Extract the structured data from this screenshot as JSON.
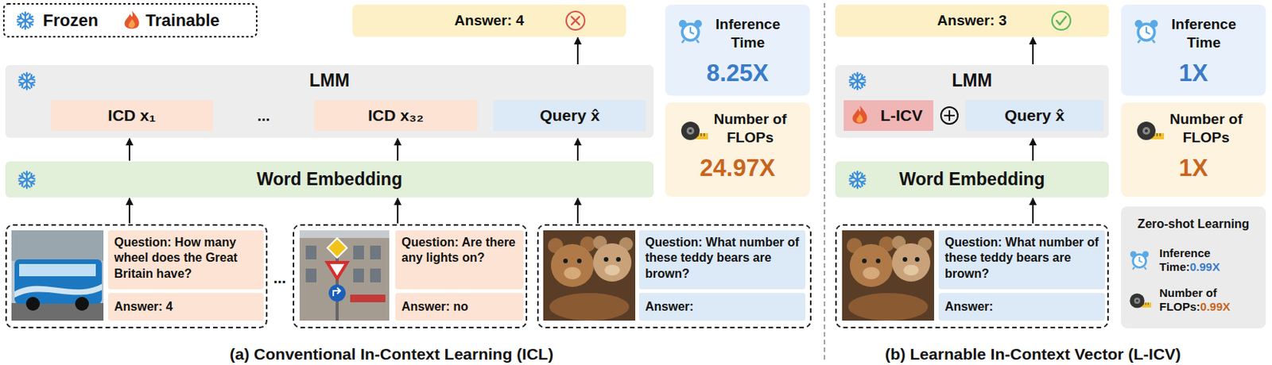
{
  "diagram": {
    "nodes": [
      {
        "text": [
          "Answer: 4"
        ]
      },
      {
        "text": [
          "Inference Time",
          "8.25X"
        ]
      },
      {
        "text": [
          "LMM"
        ]
      },
      {
        "text": [
          "ICD x₁"
        ],
        "in": 2
      },
      {
        "text": [
          "ICD x₃₂"
        ],
        "in": 2
      },
      {
        "text": [
          "Query x̂"
        ],
        "in": 2
      },
      {
        "text": [
          "Number of FLOPs",
          "24.97X"
        ]
      },
      {
        "text": [
          "Word Embedding"
        ]
      },
      {
        "text": []
      },
      {
        "text": [
          "Question: How many wheel does the Great Britain have?"
        ],
        "in": 8
      },
      {
        "text": [
          "Answer: 4"
        ],
        "in": 8
      },
      {
        "text": []
      },
      {
        "text": [
          "Question: Are there any lights on?"
        ],
        "in": 11
      },
      {
        "text": [
          "Answer: no"
        ],
        "in": 11
      },
      {
        "text": []
      },
      {
        "text": [
          "Question: What number of these teddy bears are brown?"
        ],
        "in": 14
      },
      {
        "text": [
          "Answer:"
        ],
        "in": 14
      },
      {
        "text": [
          "Answer: 3"
        ]
      },
      {
        "text": [
          "Inference Time",
          "1X"
        ]
      },
      {
        "text": [
          "LMM"
        ]
      },
      {
        "text": [
          "L-ICV"
        ],
        "in": 19
      },
      {
        "text": [
          "Query x̂"
        ],
        "in": 19
      },
      {
        "text": [
          "Number of FLOPs",
          "1X"
        ]
      },
      {
        "text": [
          "Word Embedding"
        ]
      },
      {
        "text": []
      },
      {
        "text": [
          "Question: What number of these teddy bears are brown?"
        ],
        "in": 24
      },
      {
        "text": [
          "Answer:"
        ],
        "in": 24
      },
      {
        "text": [
          "Zero-shot Learning",
          "Inference Time:",
          "0.99X",
          "Number of FLOPs:",
          "0.99X"
        ]
      }
    ],
    "edges": [
      {
        "from": 8,
        "to": 7,
        "arrow": "to"
      },
      {
        "from": 11,
        "to": 7,
        "arrow": "to"
      },
      {
        "from": 14,
        "to": 7,
        "arrow": "to"
      },
      {
        "from": 7,
        "to": 2,
        "arrow": "to"
      },
      {
        "from": 7,
        "to": 2,
        "arrow": "to"
      },
      {
        "from": 7,
        "to": 2,
        "arrow": "to"
      },
      {
        "from": 2,
        "to": 0,
        "arrow": "to"
      },
      {
        "from": 24,
        "to": 23,
        "arrow": "to"
      },
      {
        "from": 23,
        "to": 19,
        "arrow": "to"
      },
      {
        "from": 19,
        "to": 17,
        "arrow": "to"
      }
    ],
    "labels": [
      "...",
      "...",
      "(a) Conventional In-Context Learning (ICL)",
      "(b) Learnable In-Context Vector (L-ICV)"
    ],
    "legend": [
      {
        "text": "Frozen"
      },
      {
        "text": "Trainable"
      }
    ]
  }
}
